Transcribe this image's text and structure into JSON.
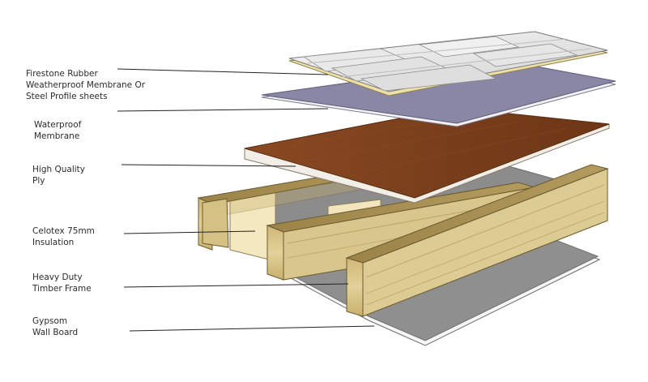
{
  "labels": [
    {
      "id": "profile",
      "lines": [
        "Firestone Rubber",
        "Weatherproof Membrane Or",
        "Steel Profile sheets"
      ]
    },
    {
      "id": "membrane",
      "lines": [
        "Waterproof",
        "Membrane"
      ]
    },
    {
      "id": "ply",
      "lines": [
        "High Quality",
        "Ply"
      ]
    },
    {
      "id": "insulation",
      "lines": [
        "Celotex 75mm",
        "Insulation"
      ]
    },
    {
      "id": "timber",
      "lines": [
        "Heavy Duty",
        "Timber Frame"
      ]
    },
    {
      "id": "gypsum",
      "lines": [
        "Gypsom",
        "Wall Board"
      ]
    }
  ],
  "colors": {
    "membrane": "#8a87a6",
    "ply_top": "#7a3f1c",
    "ply_edge": "#f2efe9",
    "timber_top": "#a88f54",
    "timber_face": "#d8c48a",
    "insulation": "#f4e8c0",
    "gypsum": "#8c8c8c",
    "board_white": "#f6f6f6",
    "steel_light": "#f1f1f1",
    "steel_shade": "#b9b9b9"
  }
}
